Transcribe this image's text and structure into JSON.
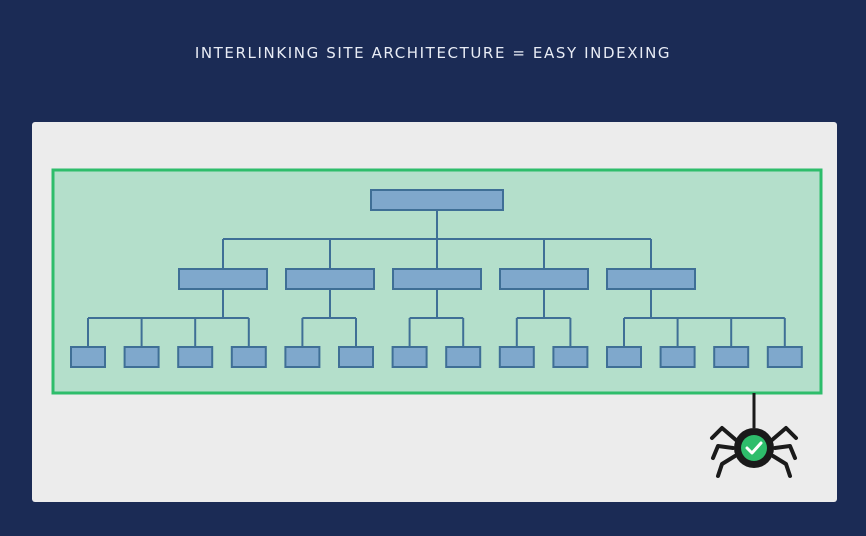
{
  "title": "INTERLINKING SITE ARCHITECTURE = EASY INDEXING",
  "colors": {
    "background": "#1b2b55",
    "panel": "#ececec",
    "index_area_fill": "#b4dfcb",
    "index_area_border": "#2ebd6b",
    "node_fill": "#7fa8cc",
    "node_stroke": "#3f6f96",
    "connector": "#3f6f96",
    "spider_body": "#1a1a1a",
    "spider_badge": "#2ebd6b",
    "check": "#ffffff"
  },
  "tree": {
    "root_count": 1,
    "categories": [
      {
        "children": 4
      },
      {
        "children": 2
      },
      {
        "children": 2
      },
      {
        "children": 2
      },
      {
        "children": 4
      }
    ]
  },
  "icons": {
    "crawler": "spider-icon",
    "status": "check-icon"
  }
}
